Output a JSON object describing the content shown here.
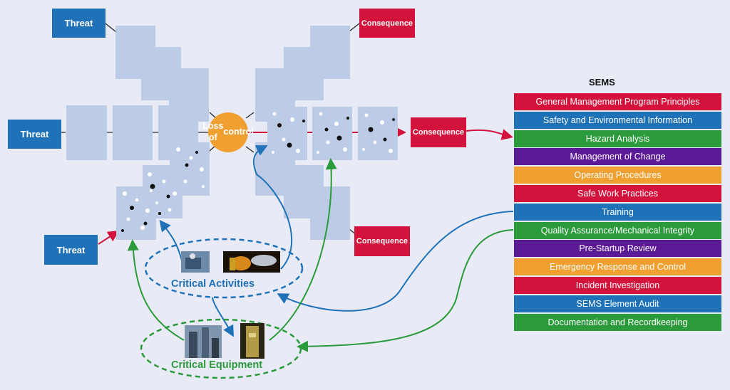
{
  "threats": [
    "Threat",
    "Threat",
    "Threat"
  ],
  "consequences": [
    "Consequence",
    "Consequence",
    "Consequence"
  ],
  "loss_of_control": "Loss of control",
  "sems": {
    "title": "SEMS",
    "items": [
      {
        "label": "General Management Program Principles",
        "color": "#d4133c"
      },
      {
        "label": "Safety and Environmental Information",
        "color": "#1f72b8"
      },
      {
        "label": "Hazard Analysis",
        "color": "#2a9a3a"
      },
      {
        "label": "Management of Change",
        "color": "#5b1a96"
      },
      {
        "label": "Operating Procedures",
        "color": "#f0a030"
      },
      {
        "label": "Safe Work Practices",
        "color": "#d4133c"
      },
      {
        "label": "Training",
        "color": "#1f72b8"
      },
      {
        "label": "Quality Assurance/Mechanical Integrity",
        "color": "#2a9a3a"
      },
      {
        "label": "Pre-Startup Review",
        "color": "#5b1a96"
      },
      {
        "label": "Emergency Response and Control",
        "color": "#f0a030"
      },
      {
        "label": "Incident Investigation",
        "color": "#d4133c"
      },
      {
        "label": "SEMS Element Audit",
        "color": "#1f72b8"
      },
      {
        "label": "Documentation and Recordkeeping",
        "color": "#2a9a3a"
      }
    ]
  },
  "critical_activities": "Critical Activities",
  "critical_equipment": "Critical Equipment",
  "colors": {
    "threat": "#1f72b8",
    "consequence": "#d4133c",
    "loss": "#f0a030",
    "barrier": "#bccbe6",
    "activities": "#1f72b8",
    "equipment": "#2a9a3a",
    "pathway": "#d4133c"
  }
}
